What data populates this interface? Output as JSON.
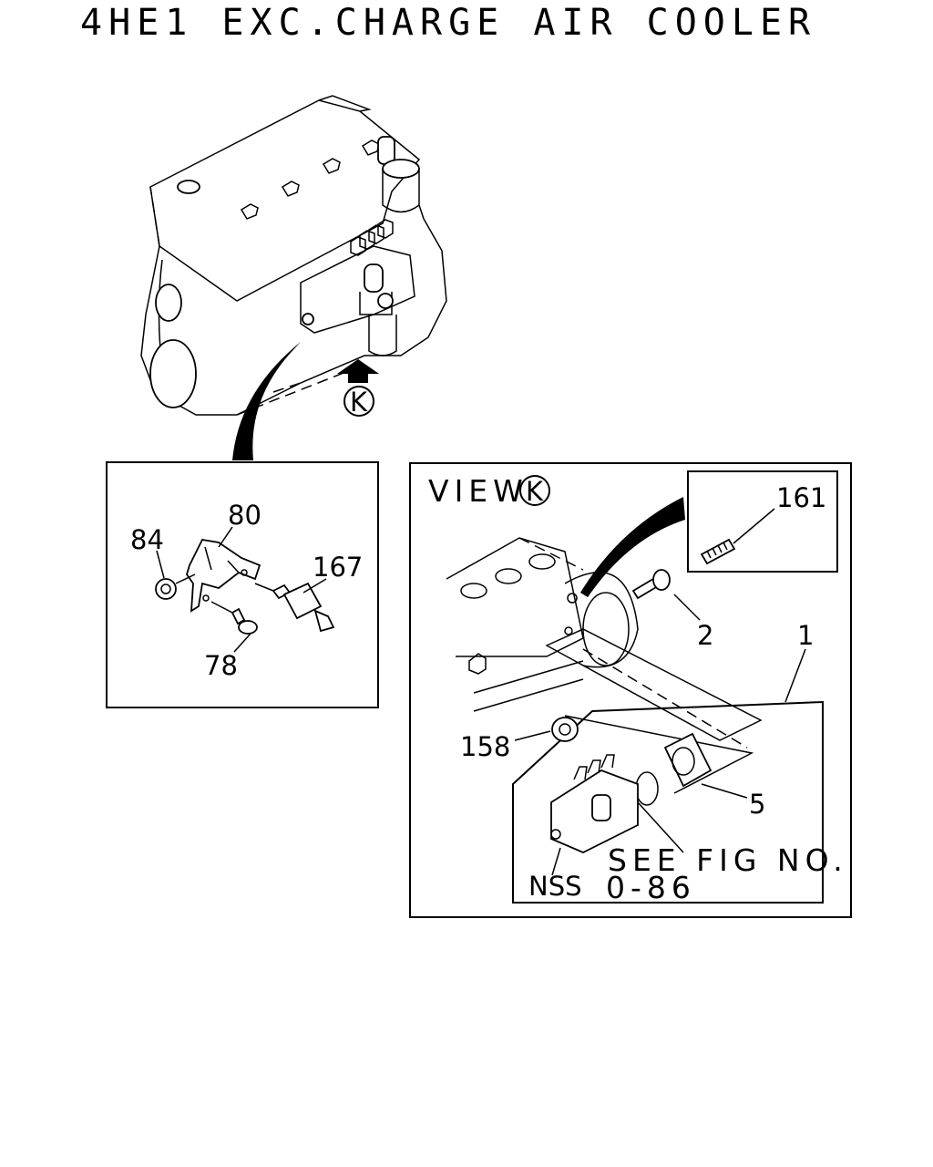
{
  "title": "4HE1 EXC.CHARGE AIR COOLER",
  "view_marker": "K",
  "view_label": "VIEW",
  "left_panel": {
    "callouts": [
      "84",
      "80",
      "167",
      "78"
    ]
  },
  "right_panel": {
    "callouts": [
      "161",
      "2",
      "1",
      "158",
      "5",
      "NSS"
    ],
    "note_line1": "SEE FIG NO.",
    "note_line2": "0-86"
  }
}
